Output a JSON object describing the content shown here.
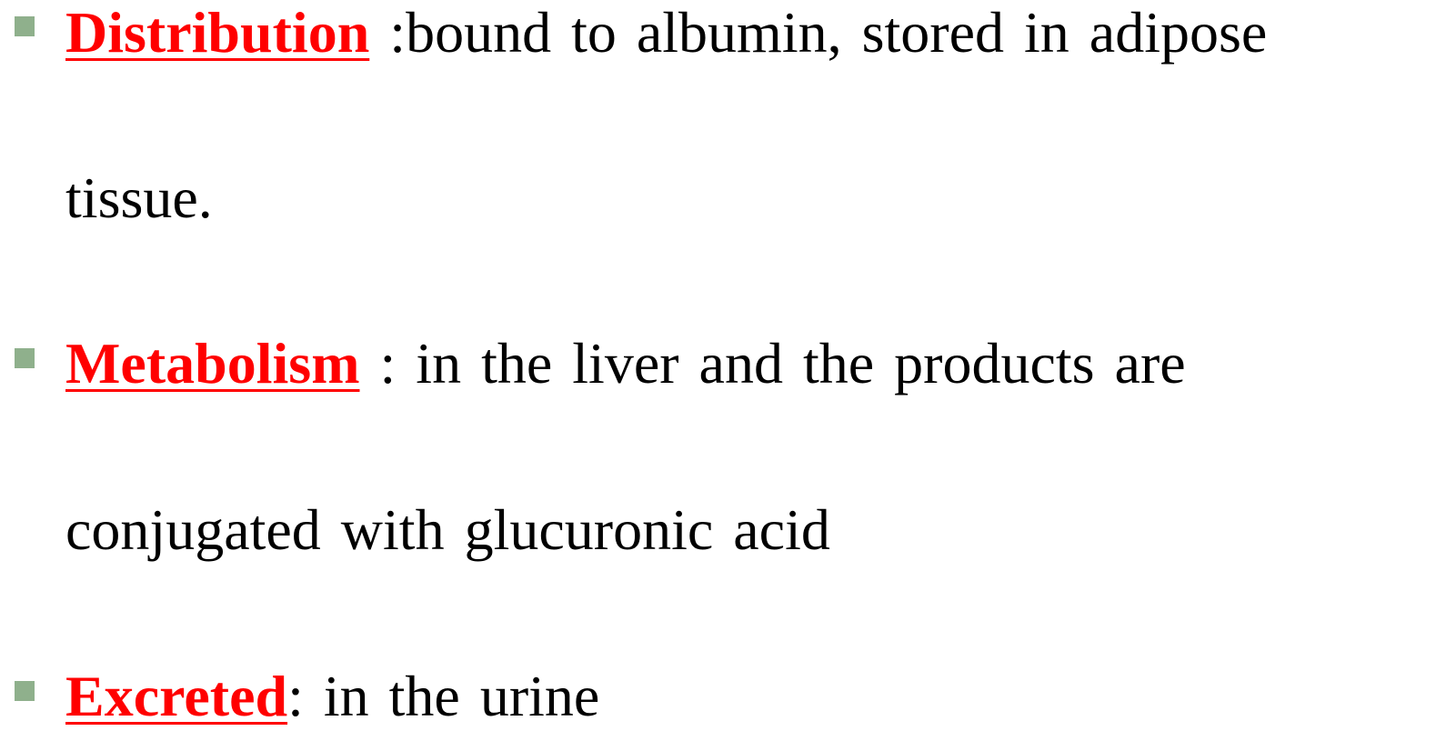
{
  "colors": {
    "term": "#ff0000",
    "body_text": "#000000",
    "bullet": "#8fb08c"
  },
  "bullet_icon": "square-bullet-icon",
  "items": [
    {
      "term": "Distribution",
      "desc_line1": " :bound to albumin, stored in adipose",
      "desc_line2": "tissue."
    },
    {
      "term": "Metabolism",
      "desc_line1": " : in the liver and the products are",
      "desc_line2": "conjugated with glucuronic acid"
    },
    {
      "term": "Excreted",
      "desc_line1": ": in the urine"
    }
  ]
}
